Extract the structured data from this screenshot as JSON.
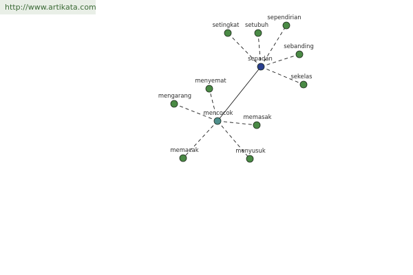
{
  "header": {
    "url": "http://www.artikata.com"
  },
  "graph": {
    "colors": {
      "leaf": "#4a8a45",
      "hub": "#2a3f8f",
      "secondary_hub": "#4f8f8c",
      "edge": "#1a1a1a"
    },
    "nodes": [
      {
        "id": "sepadan",
        "label": "sepadan",
        "kind": "hub"
      },
      {
        "id": "mencocok",
        "label": "mencocok",
        "kind": "secondary_hub"
      },
      {
        "id": "setingkat",
        "label": "setingkat",
        "kind": "leaf"
      },
      {
        "id": "setubuh",
        "label": "setubuh",
        "kind": "leaf"
      },
      {
        "id": "sependirian",
        "label": "sependirian",
        "kind": "leaf"
      },
      {
        "id": "sebanding",
        "label": "sebanding",
        "kind": "leaf"
      },
      {
        "id": "sekelas",
        "label": "sekelas",
        "kind": "leaf"
      },
      {
        "id": "menyemat",
        "label": "menyemat",
        "kind": "leaf"
      },
      {
        "id": "mengarang",
        "label": "mengarang",
        "kind": "leaf"
      },
      {
        "id": "memasak",
        "label": "memasak",
        "kind": "leaf"
      },
      {
        "id": "memacak",
        "label": "memacak",
        "kind": "leaf"
      },
      {
        "id": "menyusuk",
        "label": "menyusuk",
        "kind": "leaf"
      }
    ],
    "edges": [
      {
        "from": "sepadan",
        "to": "mencocok",
        "style": "solid"
      },
      {
        "from": "sepadan",
        "to": "setingkat",
        "style": "dashed"
      },
      {
        "from": "sepadan",
        "to": "setubuh",
        "style": "dashed"
      },
      {
        "from": "sepadan",
        "to": "sependirian",
        "style": "dashed"
      },
      {
        "from": "sepadan",
        "to": "sebanding",
        "style": "dashed"
      },
      {
        "from": "sepadan",
        "to": "sekelas",
        "style": "dashed"
      },
      {
        "from": "mencocok",
        "to": "menyemat",
        "style": "dashed"
      },
      {
        "from": "mencocok",
        "to": "mengarang",
        "style": "dashed"
      },
      {
        "from": "mencocok",
        "to": "memasak",
        "style": "dashed"
      },
      {
        "from": "mencocok",
        "to": "memacak",
        "style": "dashed"
      },
      {
        "from": "mencocok",
        "to": "menyusuk",
        "style": "dashed"
      }
    ]
  }
}
